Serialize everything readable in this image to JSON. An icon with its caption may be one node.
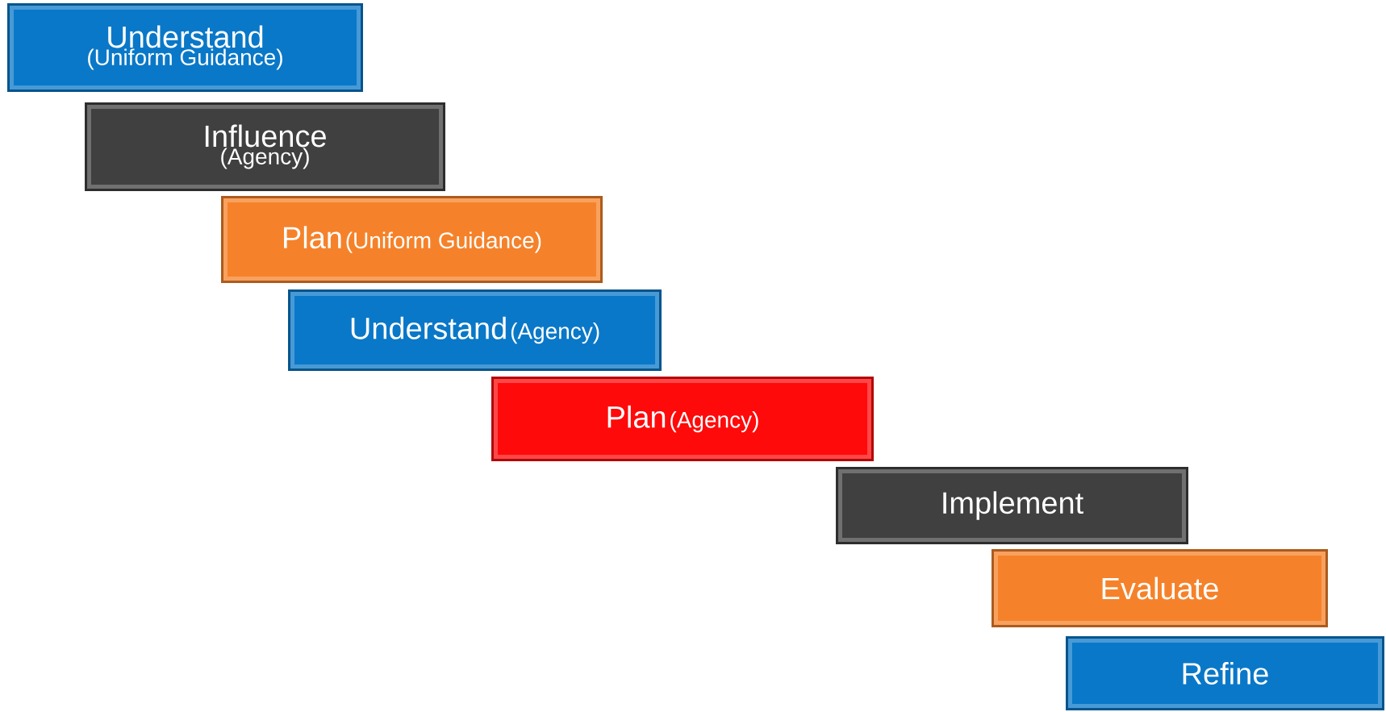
{
  "diagram": {
    "nodes": [
      {
        "text": [
          "Understand",
          "(Uniform Guidance)"
        ]
      },
      {
        "text": [
          "Influence",
          "(Agency)"
        ]
      },
      {
        "text": [
          "Plan",
          "(Uniform Guidance)"
        ]
      },
      {
        "text": [
          "Understand",
          "(Agency)"
        ]
      },
      {
        "text": [
          "Plan",
          "(Agency)"
        ]
      },
      {
        "text": [
          "Implement"
        ]
      },
      {
        "text": [
          "Evaluate"
        ]
      },
      {
        "text": [
          "Refine"
        ]
      }
    ]
  }
}
